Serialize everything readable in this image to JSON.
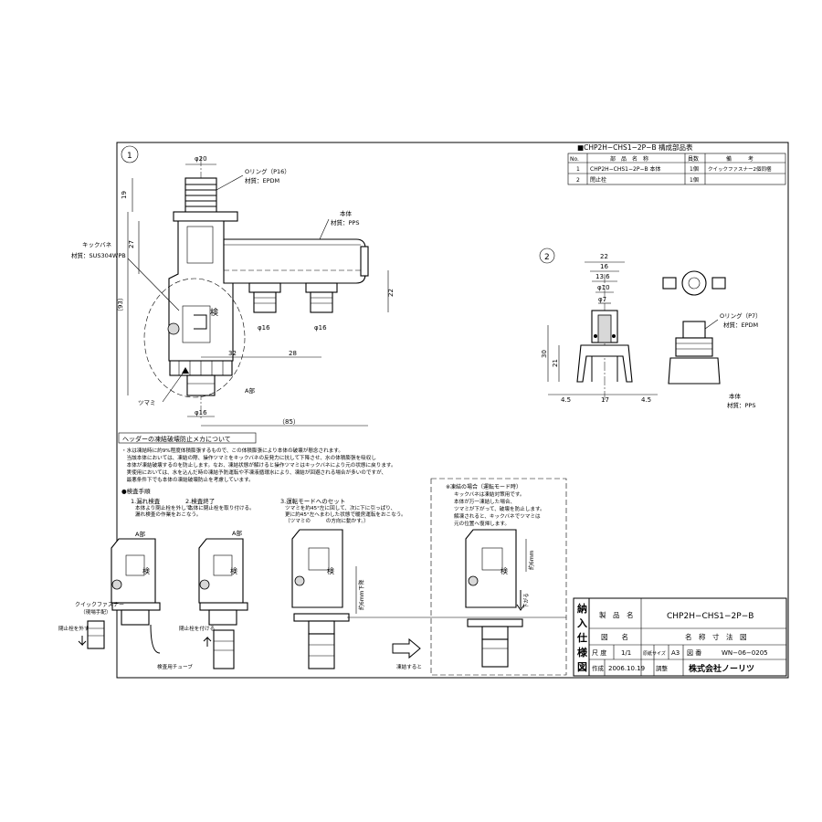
{
  "frame": {
    "view1_num": "1",
    "view2_num": "2"
  },
  "parts_table": {
    "title": "■CHP2H−CHS1−2P−B 構成部品表",
    "headers": [
      "No.",
      "部　品　名　称",
      "員数",
      "備　　　考"
    ],
    "rows": [
      [
        "1",
        "CHP2H−CHS1−2P−B 本体",
        "1個",
        "クイックファスナー2個同梱"
      ],
      [
        "2",
        "閉止栓",
        "1個",
        ""
      ]
    ]
  },
  "view1": {
    "d20": "φ20",
    "oring_p16": "Oリング（P16）",
    "mat_epdm": "材質：EPDM",
    "body_label": "本体",
    "mat_pps": "材質：PPS",
    "kick_spring": "キックバネ",
    "mat_sus": "材質：SUS304WPB",
    "dim_19": "19",
    "dim_27": "27",
    "dim_93": "（93）",
    "dim_22": "22",
    "d16a": "φ16",
    "d16b": "φ16",
    "dim_32": "32",
    "dim_28": "28",
    "tsumami": "ツマミ",
    "a_detail": "A部",
    "d16c": "φ16",
    "dim_85": "（85）",
    "ken": "検"
  },
  "view2": {
    "dim_22": "22",
    "dim_16": "16",
    "dim_13_6": "13.6",
    "d10": "φ10",
    "d7": "φ7",
    "dim_30": "30",
    "dim_21": "21",
    "dim_4_5a": "4.5",
    "dim_17": "17",
    "dim_4_5b": "4.5",
    "oring_p7": "Oリング（P7）",
    "mat_epdm": "材質：EPDM",
    "body_label": "本体",
    "mat_pps": "材質：PPS"
  },
  "notes": {
    "heading": "ヘッダーの凍結破壊防止メカについて",
    "lines": [
      "・水は凍結時に約9%程度体積膨張するもので、この体積膨張により本体の破壊が懸念されます。",
      "　当該本体においては、凍結の際、操作ツマミをキックバネの反発力に抗して下降させ、水の体積膨張を吸収し",
      "　本体が凍結破壊するのを防止します。なお、凍結状態が解けると操作ツマミはキックバネにより元の状態に戻ります。",
      "　実使用においては、水を込んだ時の凍結予防運転や不凍液循環水により、凍結が回避される場合が多いのですが、",
      "　最悪条件下でも本体の凍結破壊防止を考慮しています。"
    ]
  },
  "procedure": {
    "heading": "●検査手順",
    "step1_title": "1.漏れ検査",
    "step1_lines": [
      "本体より閉止栓を外して、",
      "漏れ検査の作業をおこなう。"
    ],
    "step2_title": "2.検査終了",
    "step2_lines": [
      "本体に閉止栓を取り付ける。"
    ],
    "step3_title": "3.運転モードへのセット",
    "step3_lines": [
      "ツマミを約45°左に回して、次に下に引っぱり、",
      "更に約45°左へまわした状態で暖房運転をおこなう。",
      "（ツマミの　　　の方向に動かす。）"
    ],
    "freeze_title": "※凍結の場合（運転モード時）",
    "freeze_lines": [
      "キックバネは凍結対策用です。",
      "本体が万一凍結した場合、",
      "ツマミが下がって、破壊を防止します。",
      "解凍されると、キックバネでツマミは",
      "元の位置へ復帰します。"
    ],
    "a1": "A部",
    "a2": "A部",
    "ken1": "検",
    "ken2": "検",
    "ken3": "検",
    "ken4": "検",
    "quick_fastener": "クイックファスナー",
    "local_arrange": "（現場手配）",
    "remove_plug": "閉止栓を外す",
    "attach_plug": "閉止栓を付ける",
    "test_tube": "検査用チューブ",
    "d6_down": "約6mm下降",
    "d6_note": "約6mm",
    "freeze_arrow": "凍結すると",
    "lower": "下がる"
  },
  "title_block": {
    "side": [
      "納",
      "入",
      "仕",
      "様",
      "図"
    ],
    "product_label": "製　品　名",
    "product_value": "CHP2H−CHS1−2P−B",
    "drawing_label": "図　　名",
    "drawing_value": "名　称　寸　法　図",
    "scale_label": "尺 度",
    "scale_value": "1/1",
    "paper_label": "原紙サイズ",
    "paper_value": "A3",
    "number_label": "図 番",
    "number_value": "WN−06−0205",
    "made_label": "作成",
    "made_value": "2006.10.19",
    "check_label": "調整",
    "company": "株式会社ノーリツ"
  }
}
